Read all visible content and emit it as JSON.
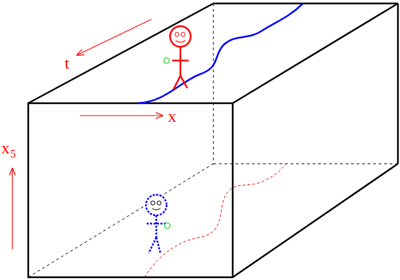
{
  "diagram": {
    "labels": [
      "t",
      "x",
      "x",
      "5"
    ]
  }
}
